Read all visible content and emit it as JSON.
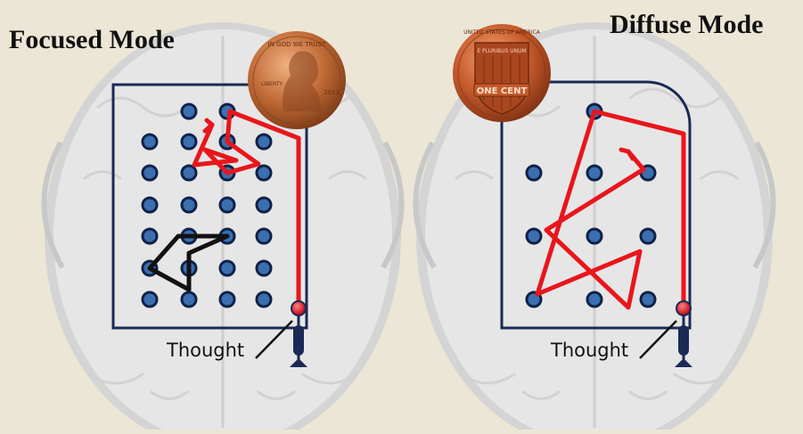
{
  "panels": [
    {
      "mode_title": "Focused Mode",
      "thought_label": "Thought",
      "coin": {
        "top_text": "IN GOD WE TRUST",
        "side_text": "LIBERTY",
        "year": "2013"
      }
    },
    {
      "mode_title": "Diffuse Mode",
      "thought_label": "Thought",
      "coin": {
        "rim_text": "UNITED STATES OF AMERICA",
        "motto": "E PLURIBUS UNUM",
        "denomination": "ONE CENT"
      }
    }
  ],
  "colors": {
    "background": "#ece6d6",
    "brain": "#d9d9d9",
    "board_outline": "#1a2a55",
    "dot_fill": "#3b6fb0",
    "dot_stroke": "#0e2248",
    "thought_path": "#e8161c",
    "pattern_path": "#111111",
    "copper": "#b4602f"
  },
  "icons": [
    "brain-icon",
    "penny-obverse-icon",
    "penny-reverse-icon",
    "pinball-plunger-icon"
  ]
}
